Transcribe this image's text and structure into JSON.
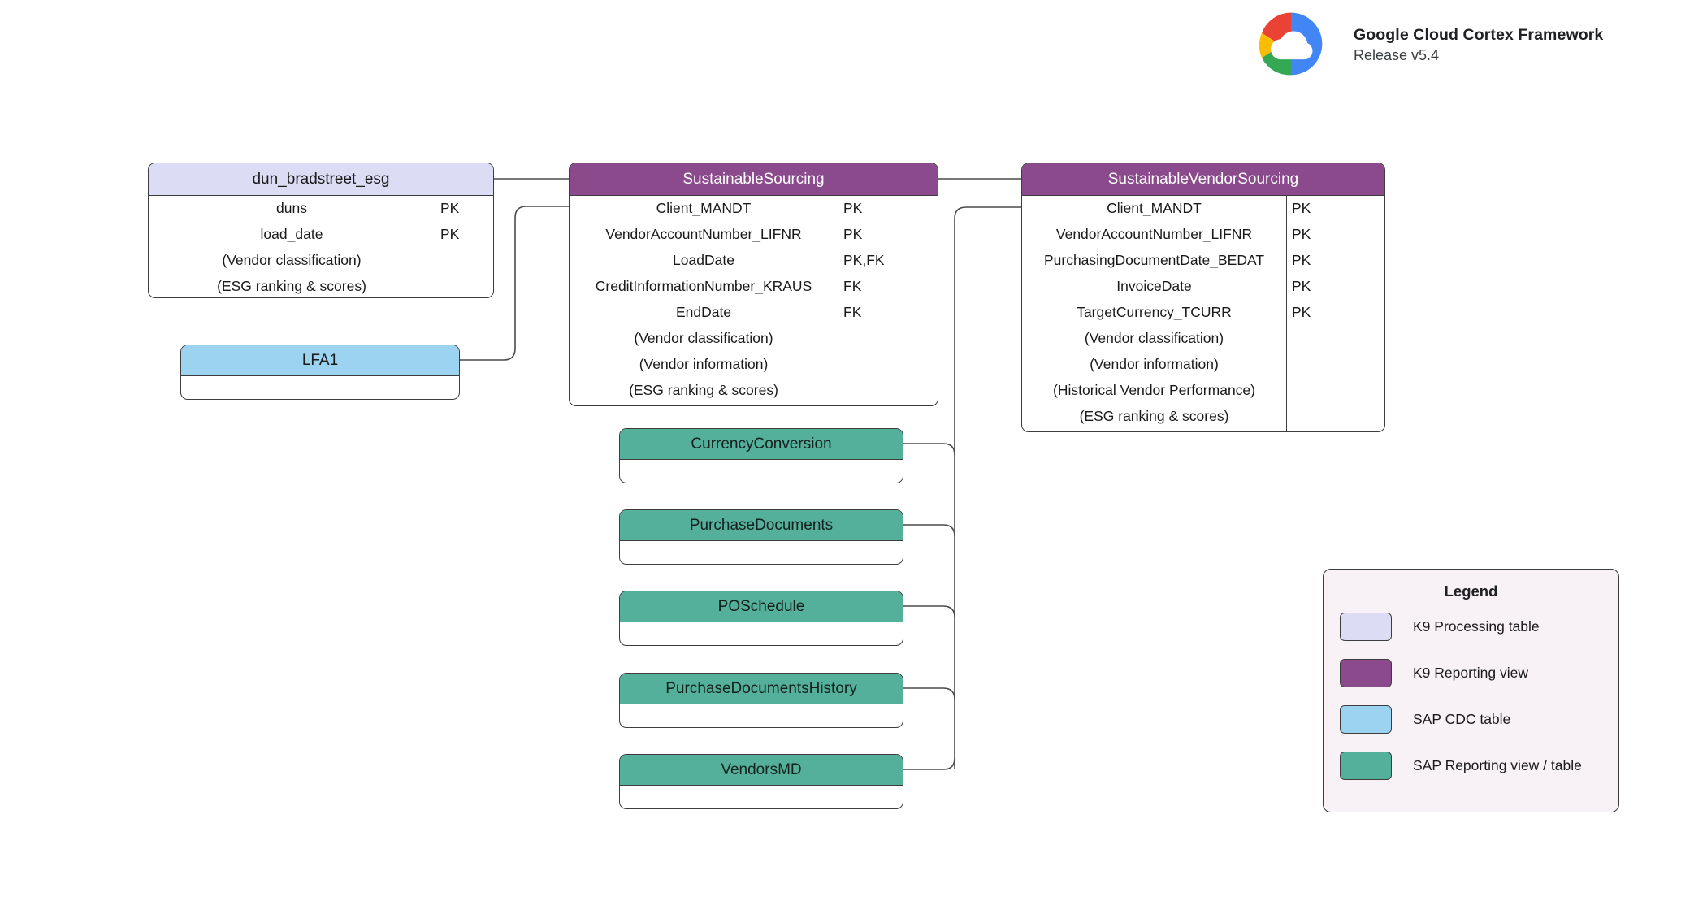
{
  "brand": {
    "title": "Google Cloud Cortex Framework",
    "release": "Release v5.4",
    "logo_icon": "google-cloud-logo"
  },
  "diagram": {
    "type": "entity-relationship-diagram",
    "entities": [
      {
        "id": "dun_bradstreet_esg",
        "name": "dun_bradstreet_esg",
        "category": "K9 Processing table",
        "color": "#dcdcf5",
        "attributes": [
          {
            "name": "duns",
            "key": "PK"
          },
          {
            "name": "load_date",
            "key": "PK"
          },
          {
            "name": "(Vendor classification)",
            "key": ""
          },
          {
            "name": "(ESG ranking & scores)",
            "key": ""
          }
        ]
      },
      {
        "id": "lfa1",
        "name": "LFA1",
        "category": "SAP CDC table",
        "color": "#9bd3f0",
        "attributes": []
      },
      {
        "id": "sustainable_sourcing",
        "name": "SustainableSourcing",
        "category": "K9 Reporting view",
        "color": "#8a4a8c",
        "attributes": [
          {
            "name": "Client_MANDT",
            "key": "PK"
          },
          {
            "name": "VendorAccountNumber_LIFNR",
            "key": "PK"
          },
          {
            "name": "LoadDate",
            "key": "PK,FK"
          },
          {
            "name": "CreditInformationNumber_KRAUS",
            "key": "FK"
          },
          {
            "name": "EndDate",
            "key": "FK"
          },
          {
            "name": "(Vendor classification)",
            "key": ""
          },
          {
            "name": "(Vendor information)",
            "key": ""
          },
          {
            "name": "(ESG ranking & scores)",
            "key": ""
          }
        ]
      },
      {
        "id": "sustainable_vendor_sourcing",
        "name": "SustainableVendorSourcing",
        "category": "K9 Reporting view",
        "color": "#8a4a8c",
        "attributes": [
          {
            "name": "Client_MANDT",
            "key": "PK"
          },
          {
            "name": "VendorAccountNumber_LIFNR",
            "key": "PK"
          },
          {
            "name": "PurchasingDocumentDate_BEDAT",
            "key": "PK"
          },
          {
            "name": "InvoiceDate",
            "key": "PK"
          },
          {
            "name": "TargetCurrency_TCURR",
            "key": "PK"
          },
          {
            "name": "(Vendor classification)",
            "key": ""
          },
          {
            "name": "(Vendor information)",
            "key": ""
          },
          {
            "name": "(Historical Vendor Performance)",
            "key": ""
          },
          {
            "name": "(ESG ranking & scores)",
            "key": ""
          }
        ]
      },
      {
        "id": "currency_conversion",
        "name": "CurrencyConversion",
        "category": "SAP Reporting view / table",
        "color": "#54b09b",
        "attributes": []
      },
      {
        "id": "purchase_documents",
        "name": "PurchaseDocuments",
        "category": "SAP Reporting view / table",
        "color": "#54b09b",
        "attributes": []
      },
      {
        "id": "po_schedule",
        "name": "POSchedule",
        "category": "SAP Reporting view / table",
        "color": "#54b09b",
        "attributes": []
      },
      {
        "id": "purchase_documents_history",
        "name": "PurchaseDocumentsHistory",
        "category": "SAP Reporting view / table",
        "color": "#54b09b",
        "attributes": []
      },
      {
        "id": "vendors_md",
        "name": "VendorsMD",
        "category": "SAP Reporting view / table",
        "color": "#54b09b",
        "attributes": []
      }
    ],
    "relationships": [
      {
        "from": "dun_bradstreet_esg",
        "to": "sustainable_sourcing"
      },
      {
        "from": "lfa1",
        "to": "sustainable_sourcing"
      },
      {
        "from": "sustainable_sourcing",
        "to": "sustainable_vendor_sourcing"
      },
      {
        "from": "currency_conversion",
        "to": "sustainable_vendor_sourcing"
      },
      {
        "from": "purchase_documents",
        "to": "sustainable_vendor_sourcing"
      },
      {
        "from": "po_schedule",
        "to": "sustainable_vendor_sourcing"
      },
      {
        "from": "purchase_documents_history",
        "to": "sustainable_vendor_sourcing"
      },
      {
        "from": "vendors_md",
        "to": "sustainable_vendor_sourcing"
      }
    ]
  },
  "legend": {
    "title": "Legend",
    "items": [
      {
        "label": "K9 Processing table",
        "color": "#dcdcf5"
      },
      {
        "label": "K9 Reporting view",
        "color": "#8a4a8c"
      },
      {
        "label": "SAP CDC table",
        "color": "#9bd3f0"
      },
      {
        "label": "SAP Reporting view / table",
        "color": "#54b09b"
      }
    ]
  }
}
